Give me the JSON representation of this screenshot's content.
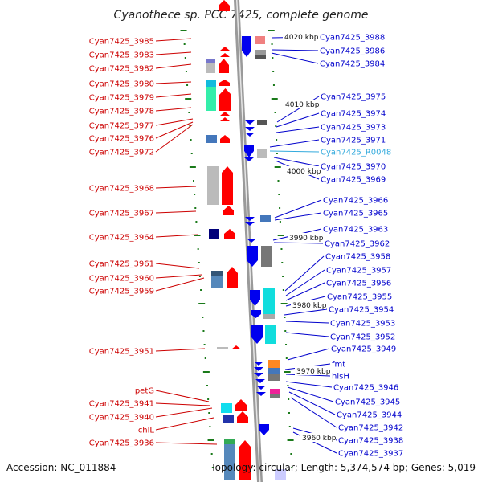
{
  "title": "Cyanothece sp. PCC 7425, complete genome",
  "accession": "Accession: NC_011884",
  "topology": "Topology: circular; Length: 5,374,574 bp; Genes: 5,019",
  "colors": {
    "left_label": "#cc0000",
    "right_label": "#0000cc",
    "rna_label": "#33aadd",
    "backbone": "#999999",
    "forward_gene": "#ff0000",
    "reverse_gene": "#0000ee",
    "tick": "#1a7a1a"
  },
  "kbp_labels": [
    "4020 kbp",
    "4010 kbp",
    "4000 kbp",
    "3990 kbp",
    "3980 kbp",
    "3970 kbp",
    "3960 kbp"
  ],
  "left_genes": [
    "Cyan7425_3985",
    "Cyan7425_3983",
    "Cyan7425_3982",
    "Cyan7425_3980",
    "Cyan7425_3979",
    "Cyan7425_3978",
    "Cyan7425_3977",
    "Cyan7425_3976",
    "Cyan7425_3972",
    "Cyan7425_3968",
    "Cyan7425_3967",
    "Cyan7425_3964",
    "Cyan7425_3961",
    "Cyan7425_3960",
    "Cyan7425_3959",
    "Cyan7425_3951",
    "petG",
    "Cyan7425_3941",
    "Cyan7425_3940",
    "chlL",
    "Cyan7425_3936"
  ],
  "right_genes": [
    "Cyan7425_3988",
    "Cyan7425_3986",
    "Cyan7425_3984",
    "Cyan7425_3975",
    "Cyan7425_3974",
    "Cyan7425_3973",
    "Cyan7425_3971",
    "Cyan7425_R0048",
    "Cyan7425_3970",
    "Cyan7425_3969",
    "Cyan7425_3966",
    "Cyan7425_3965",
    "Cyan7425_3963",
    "Cyan7425_3962",
    "Cyan7425_3958",
    "Cyan7425_3957",
    "Cyan7425_3956",
    "Cyan7425_3955",
    "Cyan7425_3954",
    "Cyan7425_3953",
    "Cyan7425_3952",
    "Cyan7425_3949",
    "fmt",
    "hisH",
    "Cyan7425_3946",
    "Cyan7425_3945",
    "Cyan7425_3944",
    "Cyan7425_3942",
    "Cyan7425_3938",
    "Cyan7425_3937"
  ]
}
